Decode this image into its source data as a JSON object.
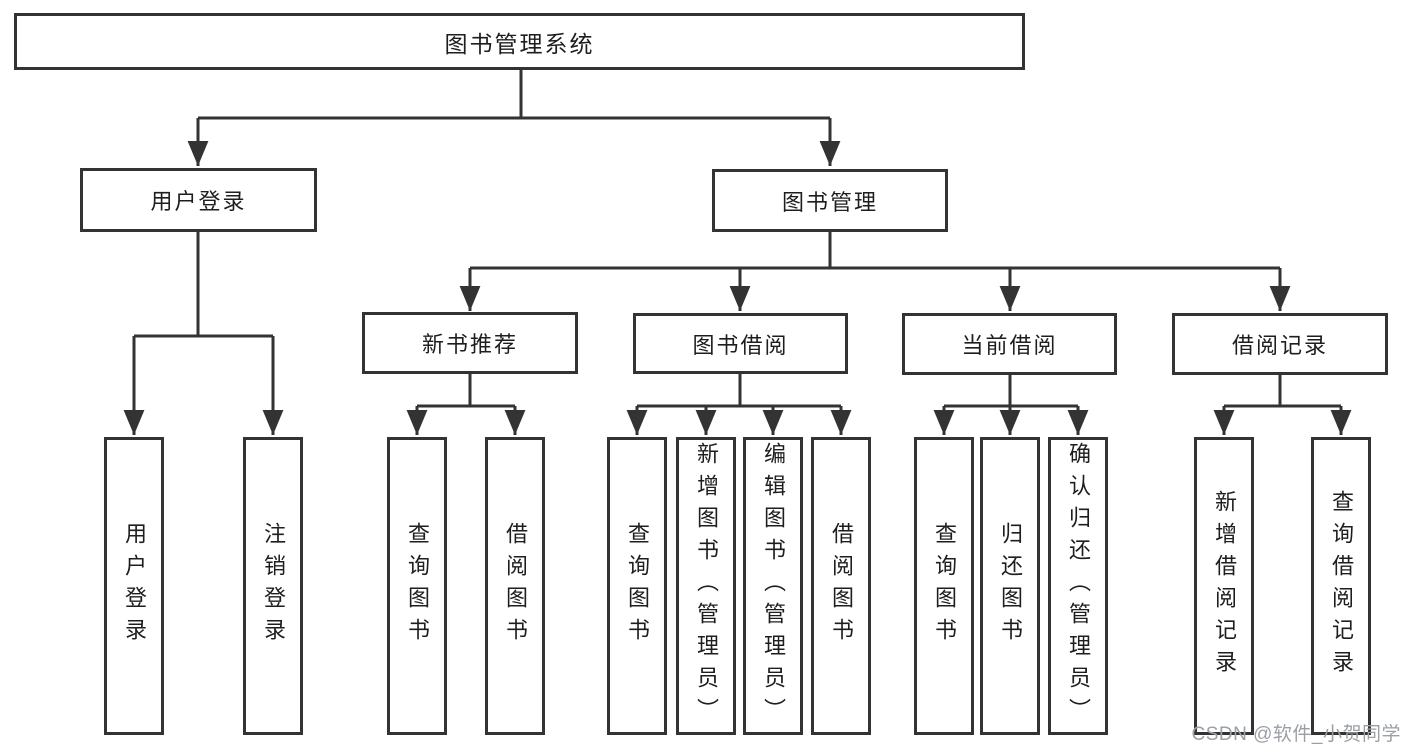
{
  "tree": {
    "root": {
      "label": "图书管理系统"
    },
    "branches": [
      {
        "label": "用户登录",
        "children": [
          {
            "label": "用户登录"
          },
          {
            "label": "注销登录"
          }
        ]
      },
      {
        "label": "图书管理",
        "children": [
          {
            "label": "新书推荐",
            "children": [
              {
                "label": "查询图书"
              },
              {
                "label": "借阅图书"
              }
            ]
          },
          {
            "label": "图书借阅",
            "children": [
              {
                "label": "查询图书"
              },
              {
                "label": "新增图书（管理员）"
              },
              {
                "label": "编辑图书（管理员）"
              },
              {
                "label": "借阅图书"
              }
            ]
          },
          {
            "label": "当前借阅",
            "children": [
              {
                "label": "查询图书"
              },
              {
                "label": "归还图书"
              },
              {
                "label": "确认归还（管理员）"
              }
            ]
          },
          {
            "label": "借阅记录",
            "children": [
              {
                "label": "新增借阅记录"
              },
              {
                "label": "查询借阅记录"
              }
            ]
          }
        ]
      }
    ]
  },
  "watermark": {
    "text": "CSDN @软件_小贺同学"
  },
  "colors": {
    "line": "#333333",
    "text": "#1e1e1e",
    "watermark": "#9aa0a6",
    "background": "#ffffff"
  }
}
